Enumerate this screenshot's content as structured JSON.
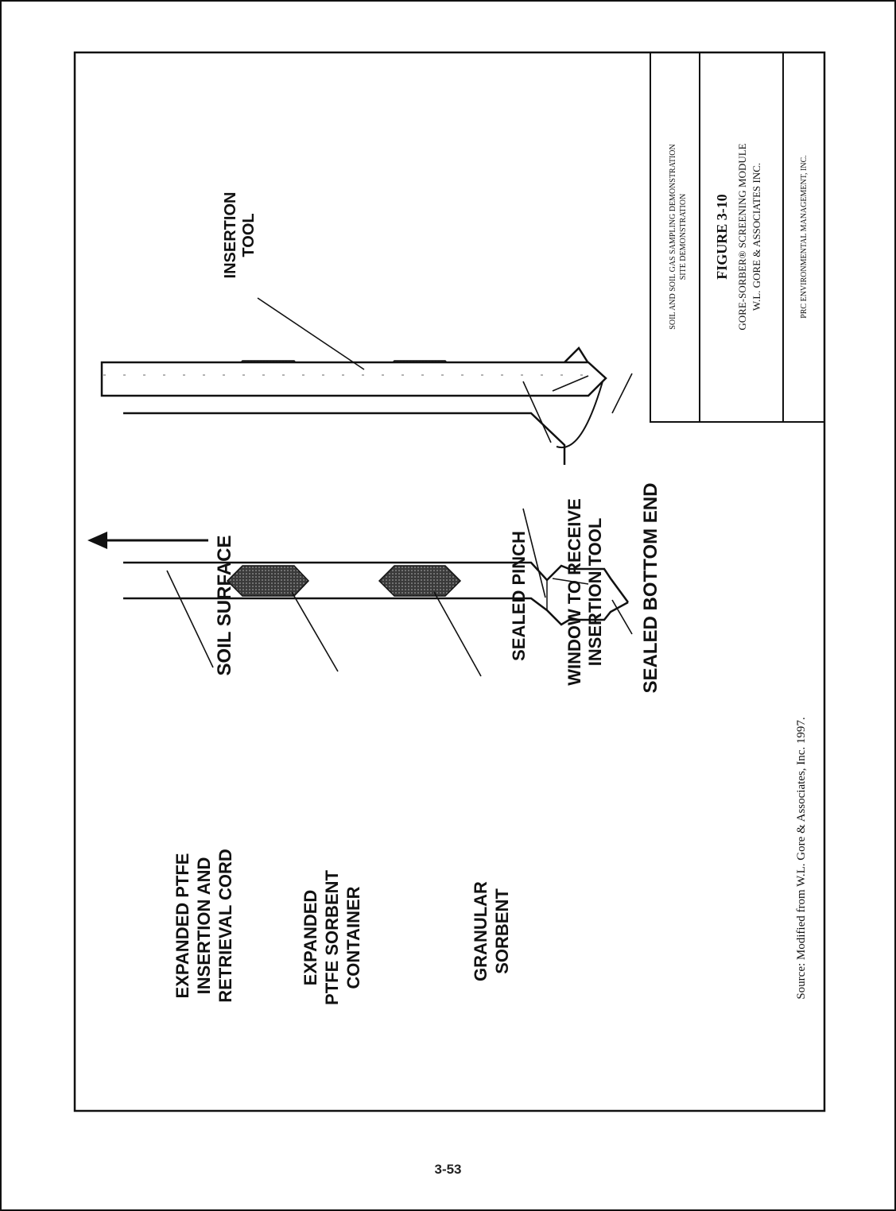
{
  "figure": {
    "project_line1": "SOIL AND SOIL GAS SAMPLING DEMONSTRATION",
    "project_line2": "SITE DEMONSTRATION",
    "number": "FIGURE 3-10",
    "title_line1": "GORE-SORBER® SCREENING MODULE",
    "title_line2": "W.L. GORE & ASSOCIATES INC.",
    "company": "PRC ENVIRONMENTAL MANAGEMENT, INC."
  },
  "labels": {
    "insertion_tool": [
      "INSERTION",
      "TOOL"
    ],
    "soil_surface": "SOIL SURFACE",
    "sealed_pinch": "SEALED PINCH",
    "window": [
      "WINDOW TO RECEIVE",
      "INSERTION TOOL"
    ],
    "sealed_bottom_end": "SEALED BOTTOM END",
    "cord": [
      "EXPANDED PTFE",
      "INSERTION AND",
      "RETRIEVAL CORD"
    ],
    "container": [
      "EXPANDED",
      "PTFE SORBENT",
      "CONTAINER"
    ],
    "granular": [
      "GRANULAR",
      "SORBENT"
    ]
  },
  "source": "Source: Modified from W.L. Gore & Associates, Inc. 1997.",
  "page_number": "3-53"
}
